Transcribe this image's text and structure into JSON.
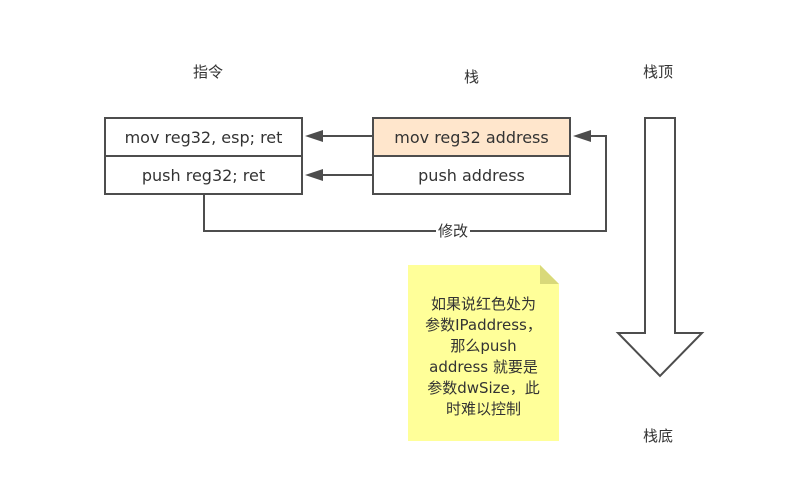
{
  "headers": {
    "instruction": "指令",
    "stack": "栈",
    "stack_top": "栈顶",
    "stack_bottom": "栈底"
  },
  "instruction_boxes": [
    {
      "label": "mov reg32, esp; ret"
    },
    {
      "label": "push reg32; ret"
    }
  ],
  "stack_boxes": [
    {
      "label": "mov reg32 address",
      "highlighted": true
    },
    {
      "label": "push address",
      "highlighted": false
    }
  ],
  "edge_label": "修改",
  "note": {
    "text": "如果说红色处为\n参数IPaddress，\n那么push\naddress 就要是\n参数dwSize，此\n时难以控制"
  },
  "colors": {
    "stroke": "#4d4d4d",
    "highlight_fill": "#ffe6cc",
    "note_fill": "#ffff99",
    "note_fold": "#d9d97a"
  }
}
